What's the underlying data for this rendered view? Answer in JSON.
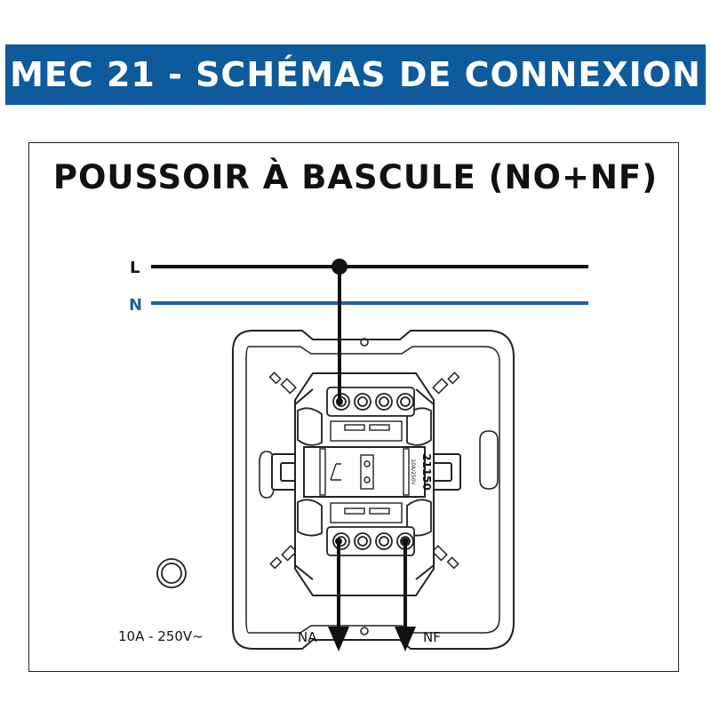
{
  "header": {
    "title": "MEC 21 - SCHÉMAS DE CONNEXION"
  },
  "diagram": {
    "title": "POUSSOIR À BASCULE (NO+NF)",
    "lines": {
      "live_label": "L",
      "neutral_label": "N"
    },
    "device": {
      "model": "21150",
      "rating_small": "10A/250V",
      "rating_caption": "10A - 250V~"
    },
    "outputs": {
      "no_label": "NA",
      "nc_label": "NF"
    }
  },
  "colors": {
    "banner": "#0d5a9c",
    "neutral": "#1e5fa0",
    "live": "#111111"
  },
  "icons": {
    "ground": "ring-terminal-icon",
    "arrow": "arrow-down-icon"
  }
}
